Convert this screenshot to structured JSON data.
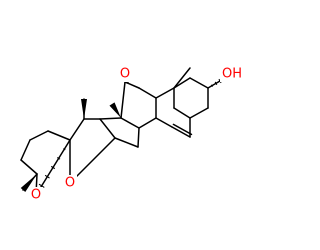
{
  "molecule": {
    "atoms": {
      "oxo_oxygen": "O",
      "hydroxyl": "OH",
      "ring_oxygen_f": "O",
      "ring_oxygen_e": "O"
    },
    "colors": {
      "bond": "#000000",
      "oxygen": "#ff0000",
      "background": "#ffffff"
    }
  }
}
